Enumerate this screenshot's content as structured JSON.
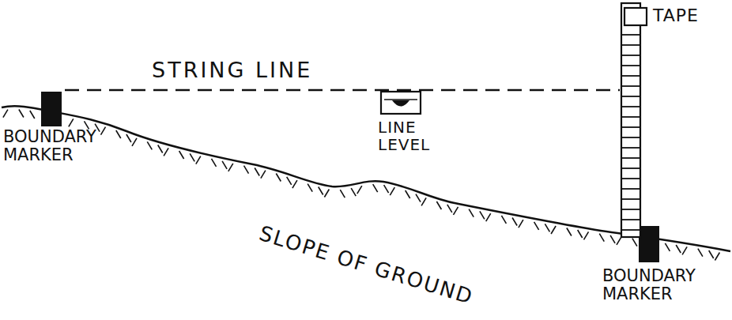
{
  "diagram": {
    "labels": [
      "STRING LINE",
      "TAPE",
      "LINE LEVEL",
      "BOUNDARY MARKER",
      "SLOPE OF GROUND",
      "BOUNDARY MARKER"
    ]
  }
}
